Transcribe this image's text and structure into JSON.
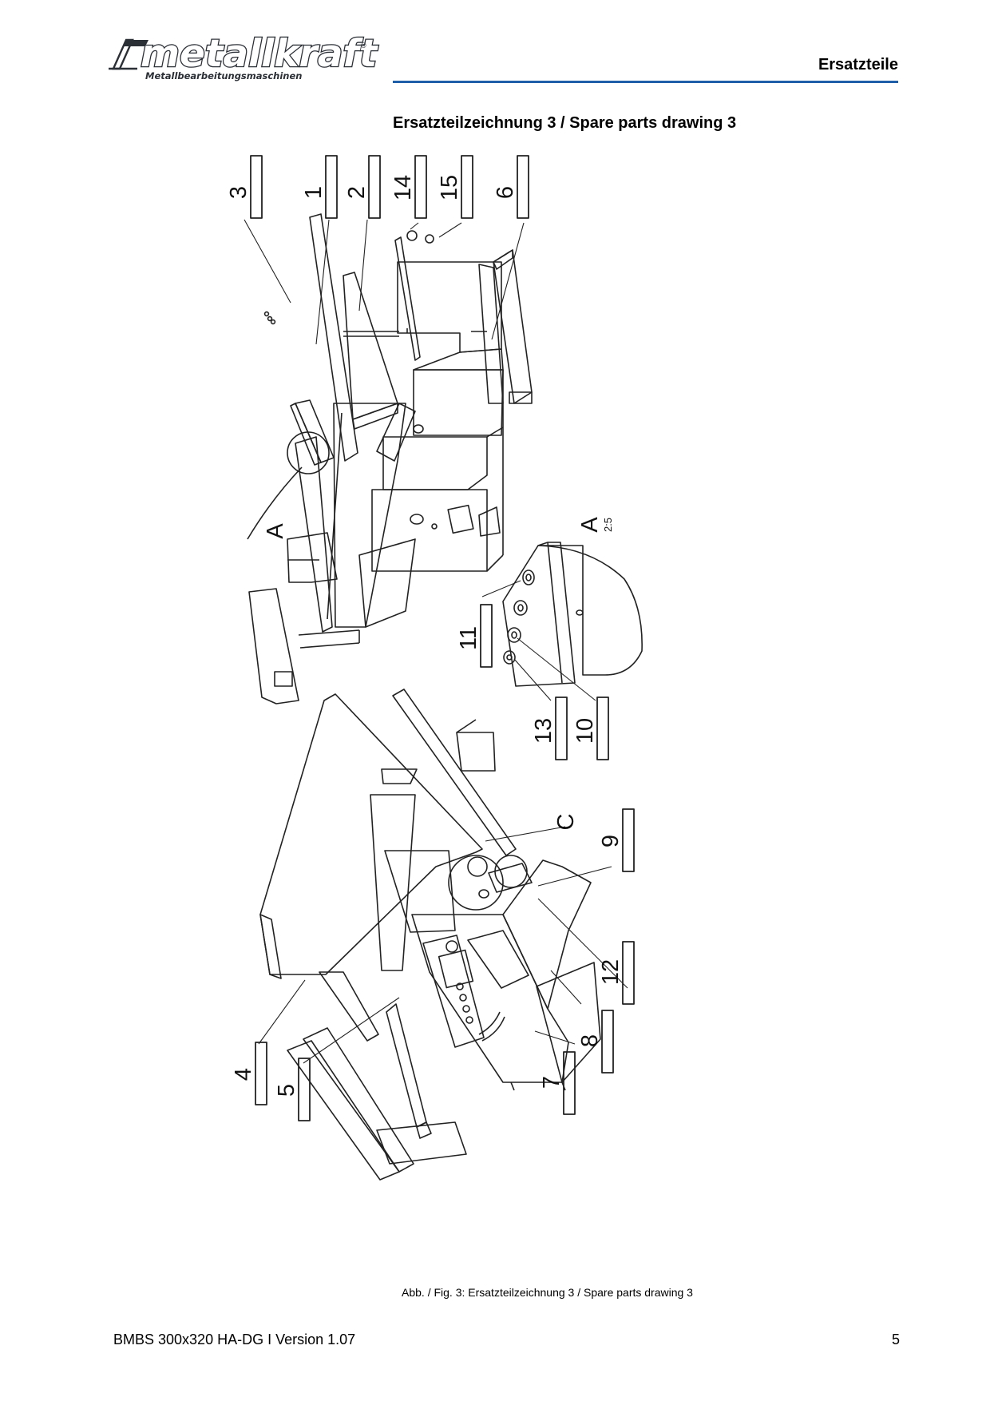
{
  "header": {
    "logo_name": "metallkraft",
    "logo_registered": "®",
    "logo_tagline": "Metallbearbeitungsmaschinen",
    "section_title": "Ersatzteile",
    "rule_color": "#1f5ea8"
  },
  "heading": "Ersatzteilzeichnung 3 / Spare parts drawing 3",
  "drawing": {
    "part_numbers": [
      "3",
      "1",
      "2",
      "14",
      "15",
      "6",
      "11",
      "13",
      "10",
      "9",
      "12",
      "8",
      "7",
      "4",
      "5"
    ],
    "detail_labels": {
      "a_marker": "A",
      "a_title": "A",
      "a_scale": "2:5",
      "c_marker": "C"
    }
  },
  "caption": "Abb. / Fig. 3: Ersatzteilzeichnung 3 / Spare parts drawing 3",
  "footer": {
    "document": "BMBS 300x320 HA-DG I Version 1.07",
    "page_number": "5"
  }
}
